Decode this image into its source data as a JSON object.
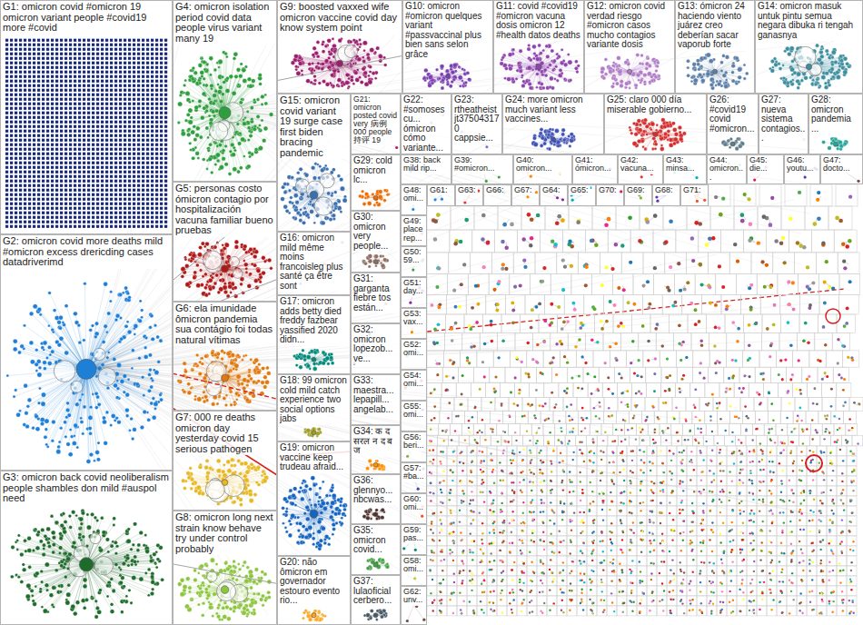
{
  "diagram": {
    "nodes": [
      {
        "text": [
          "G1: omicron covid #omicron 19 omicron variant people #covid19 more #covid"
        ]
      },
      {
        "text": [
          "G4: omicron isolation period covid data people virus variant many 19"
        ]
      },
      {
        "text": [
          "G9: boosted vaxxed wife omicron vaccine covid day know system point"
        ]
      },
      {
        "text": [
          "G10: omicron #omicron quelques variant #passvaccinal plus bien sans selon grâce"
        ]
      },
      {
        "text": [
          "G11: covid #covid19 #omicron vacuna dosis omicron 12 #health datos deaths"
        ]
      },
      {
        "text": [
          "G12: omicron covid verdad riesgo #omicron casos mucho contagios variante dosis"
        ]
      },
      {
        "text": [
          "G13: ómicron 24 haciendo viento juárez creo deberían sacar vaporub forte"
        ]
      },
      {
        "text": [
          "G14: omicron masuk untuk pintu semua negara dibuka ri tengah ganasnya"
        ]
      },
      {
        "text": [
          "G2: omicron covid more deaths mild #omicron excess drericding cases datadriverimd"
        ]
      },
      {
        "text": [
          "G5: personas costo ómicron contagio por hospitalización vacuna familiar bueno pruebas"
        ]
      },
      {
        "text": [
          "G6: ela imunidade ômicron pandemia sua contágio foi todas natural vítimas"
        ]
      },
      {
        "text": [
          "G7: 000 re deaths omicron day yesterday covid 15 serious pathogen"
        ]
      },
      {
        "text": [
          "G3: omicron back covid neoliberalism people shambles don mild #auspol need"
        ]
      },
      {
        "text": [
          "G8: omicron long next strain know behave try under control probably"
        ]
      },
      {
        "text": [
          "G15: omicron covid variant 19 surge case first biden bracing pandemic"
        ]
      },
      {
        "text": [
          "G21: omicron posted covid very 病例 000 people 持评 19"
        ]
      },
      {
        "text": [
          "G22: #somosescu... ómicron cómo variante..."
        ]
      },
      {
        "text": [
          "G23: rtheatheist jt375043170 cappsie..."
        ]
      },
      {
        "text": [
          "G24: more omicron much variant less vaccines..."
        ]
      },
      {
        "text": [
          "G25: claro 000 día miserable gobierno..."
        ]
      },
      {
        "text": [
          "G26: #covid19 covid #omicron..."
        ]
      },
      {
        "text": [
          "G27: nueva sistema contagios..."
        ]
      },
      {
        "text": [
          "G28: omicron pandemia ..."
        ]
      },
      {
        "text": [
          "G29: cold omicron lc..."
        ]
      },
      {
        "text": [
          "G16: omicron mild même moins francoisleg plus santé ça être sont"
        ]
      },
      {
        "text": [
          "G30: omicron very people..."
        ]
      },
      {
        "text": [
          "G31: garganta fiebre tos están..."
        ]
      },
      {
        "text": [
          "G17: omicron adds betty died freddy fazbear yassified 2020 didn..."
        ]
      },
      {
        "text": [
          "G32: omicron lopezob... ve..."
        ]
      },
      {
        "text": [
          "G33: maestra... lepapill... angelab..."
        ]
      },
      {
        "text": [
          "G18: 99 omicron cold mild catch experience two social options jabs"
        ]
      },
      {
        "text": [
          "G34: क द सरल न द ब ज"
        ]
      },
      {
        "text": [
          "G19: omicron vaccine keep trudeau afraid..."
        ]
      },
      {
        "text": [
          "G36: glennyo... nbcwas..."
        ]
      },
      {
        "text": [
          "G35: omicron covid..."
        ]
      },
      {
        "text": [
          "G20: não ômicron em governador estouro evento rio..."
        ]
      },
      {
        "text": [
          "G37: lulaoficial cerbero..."
        ]
      },
      {
        "text": [
          "G38: back mild rip..."
        ]
      },
      {
        "text": [
          "G39: #omicron..."
        ]
      },
      {
        "text": [
          "G40: omicron..."
        ]
      },
      {
        "text": [
          "G41: ómicron..."
        ]
      },
      {
        "text": [
          "G42: vacuna..."
        ]
      },
      {
        "text": [
          "G43: minsa..."
        ]
      },
      {
        "text": [
          "G44: omicron..."
        ]
      },
      {
        "text": [
          "G45: die..."
        ]
      },
      {
        "text": [
          "G46: youtu..."
        ]
      },
      {
        "text": [
          "G47: docto..."
        ]
      },
      {
        "text": [
          "G48: omi..."
        ]
      },
      {
        "text": [
          "G49: place rep..."
        ]
      },
      {
        "text": [
          "G50: 59..."
        ]
      },
      {
        "text": [
          "G51: day..."
        ]
      },
      {
        "text": [
          "G53: vax..."
        ]
      },
      {
        "text": [
          "G52: omi..."
        ]
      },
      {
        "text": [
          "G54: omi..."
        ]
      },
      {
        "text": [
          "G55: omi..."
        ]
      },
      {
        "text": [
          "G56: beri..."
        ]
      },
      {
        "text": [
          "G57: #ba..."
        ]
      },
      {
        "text": [
          "G60: omi..."
        ]
      },
      {
        "text": [
          "G59: pas..."
        ]
      },
      {
        "text": [
          "G58: omi..."
        ]
      },
      {
        "text": [
          "G62: unv..."
        ]
      },
      {
        "text": [
          "G61:"
        ]
      },
      {
        "text": [
          "G63:"
        ]
      },
      {
        "text": [
          "G66:"
        ]
      },
      {
        "text": [
          "G67:"
        ]
      },
      {
        "text": [
          "G64:"
        ]
      },
      {
        "text": [
          "G65:"
        ]
      },
      {
        "text": [
          "G70:"
        ]
      },
      {
        "text": [
          "G69:"
        ]
      },
      {
        "text": [
          "G68:"
        ]
      },
      {
        "text": [
          "G71:"
        ]
      }
    ],
    "edges": [
      {
        "from": 8,
        "to": 32,
        "arrow": "none"
      },
      {
        "from": 8,
        "to": 30,
        "arrow": "none"
      },
      {
        "from": 8,
        "to": 14,
        "arrow": "none"
      },
      {
        "from": 1,
        "to": 3,
        "arrow": "none"
      },
      {
        "from": 12,
        "to": 35,
        "arrow": "none"
      },
      {
        "from": 11,
        "to": 31,
        "arrow": "none"
      },
      {
        "from": 8,
        "to": 25,
        "arrow": "none"
      }
    ]
  }
}
